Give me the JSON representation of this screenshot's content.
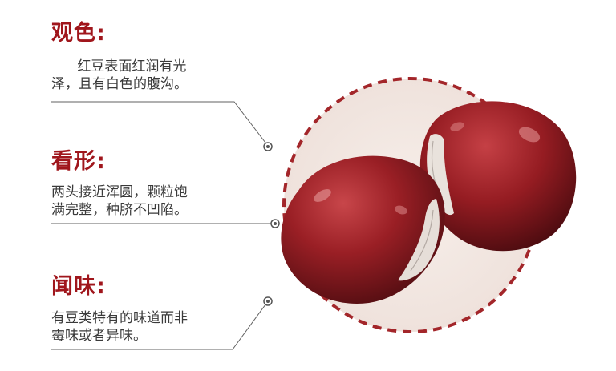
{
  "colors": {
    "heading": "#a0161c",
    "body_text": "#3a3a3a",
    "dashed_circle": "#a3262a",
    "circle_fill": "#f5ebe6",
    "bean_red": "#8e1a1e",
    "leader_line": "#606060"
  },
  "sections": [
    {
      "heading": "观色:",
      "text": "      红豆表面红润有光\n泽，且有白色的腹沟。"
    },
    {
      "heading": "看形:",
      "text": "两头接近浑圆，颗粒饱\n满完整，种脐不凹陷。"
    },
    {
      "heading": "闻味:",
      "text": "有豆类特有的味道而非\n霉味或者异味。"
    }
  ],
  "icons": [
    "target-dot-icon",
    "target-dot-icon",
    "target-dot-icon"
  ]
}
